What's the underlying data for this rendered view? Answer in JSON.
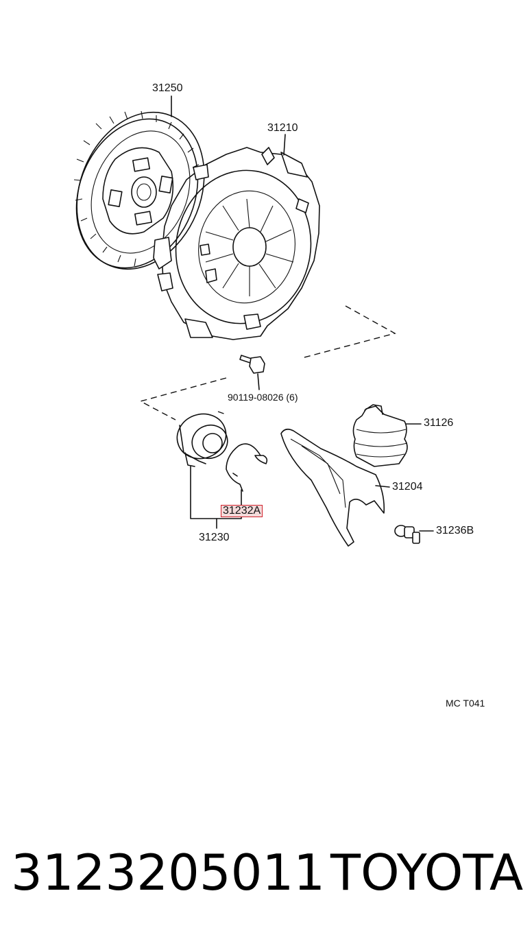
{
  "callouts": {
    "clutch_disc": "31250",
    "clutch_cover": "31210",
    "cover_bolt": "90119-08026 (6)",
    "boot": "31126",
    "release_fork": "31204",
    "release_bearing_assy": "31230",
    "bearing_clip": "31232A",
    "fork_support": "31236B"
  },
  "highlight_color": "#d0202a",
  "page_code": "MC  T041",
  "footer": {
    "part_number": "3123205011",
    "brand": "TOYOTA"
  }
}
